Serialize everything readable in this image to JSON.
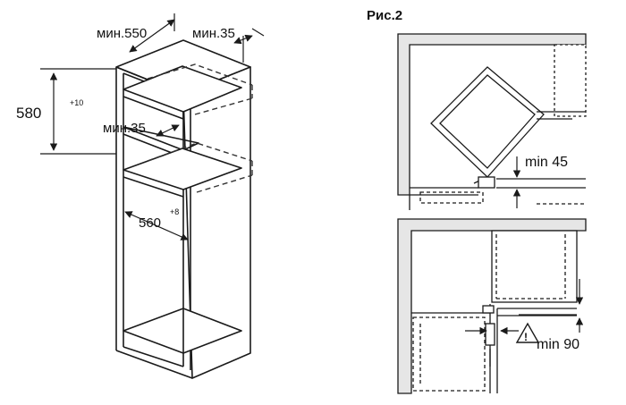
{
  "figure_left": {
    "dim_depth": "мин.550",
    "dim_side_gap": "мин.35",
    "dim_height": "580",
    "dim_height_tol": "+10",
    "dim_rear_gap": "мин.35",
    "dim_width": "560",
    "dim_width_tol": "+8"
  },
  "figure_right": {
    "title": "Рис.2",
    "dim_top": "min 45",
    "dim_bottom": "min 90",
    "warning_mark": "!"
  },
  "colors": {
    "line": "#1a1a1a",
    "wall_fill": "#e6e6e6",
    "dashed": "#333333"
  }
}
